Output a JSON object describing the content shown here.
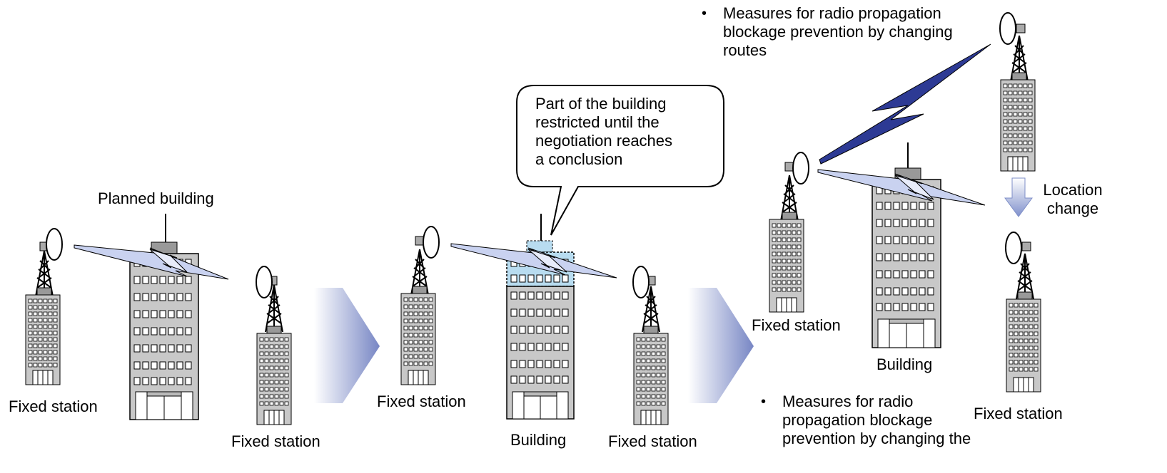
{
  "panel1": {
    "planned_label": "Planned building",
    "station_left": "Fixed station",
    "station_right": "Fixed station"
  },
  "panel2": {
    "bubble_line1": "Part of the building",
    "bubble_line2": "restricted until the",
    "bubble_line3": "negotiation reaches",
    "bubble_line4": "a conclusion",
    "station_left": "Fixed station",
    "building": "Building",
    "station_right": "Fixed station"
  },
  "panel3": {
    "route_line1": "Measures for radio propagation",
    "route_line2": "blockage prevention by changing",
    "route_line3": "routes",
    "location_line1": "Location",
    "location_line2": "change",
    "station_left": "Fixed station",
    "building": "Building",
    "station_right": "Fixed station",
    "change_line1": "Measures for radio",
    "change_line2": "propagation blockage",
    "change_line3": "prevention by changing the"
  },
  "bullet_glyph": "•",
  "colors": {
    "building": "#c8c8c8",
    "window": "#ffffff",
    "beam": "#b8c4ea",
    "bolt_dark": "#2d3a94",
    "restricted": "#b8dcf0",
    "arrow": "#7f8fc8"
  }
}
